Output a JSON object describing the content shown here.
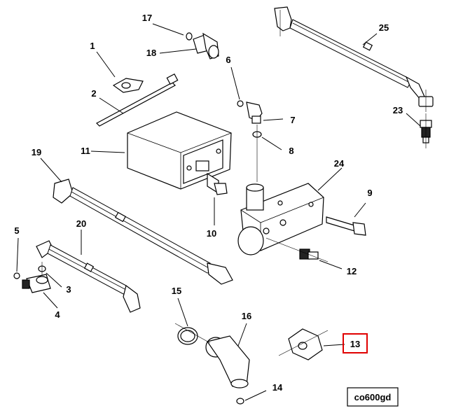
{
  "callouts": [
    {
      "id": "1",
      "label": "1"
    },
    {
      "id": "2",
      "label": "2"
    },
    {
      "id": "3",
      "label": "3"
    },
    {
      "id": "4",
      "label": "4"
    },
    {
      "id": "5",
      "label": "5"
    },
    {
      "id": "6",
      "label": "6"
    },
    {
      "id": "7",
      "label": "7"
    },
    {
      "id": "8",
      "label": "8"
    },
    {
      "id": "9",
      "label": "9"
    },
    {
      "id": "10",
      "label": "10"
    },
    {
      "id": "11",
      "label": "11"
    },
    {
      "id": "12",
      "label": "12"
    },
    {
      "id": "13",
      "label": "13"
    },
    {
      "id": "14",
      "label": "14"
    },
    {
      "id": "15",
      "label": "15"
    },
    {
      "id": "16",
      "label": "16"
    },
    {
      "id": "17",
      "label": "17"
    },
    {
      "id": "18",
      "label": "18"
    },
    {
      "id": "19",
      "label": "19"
    },
    {
      "id": "20",
      "label": "20"
    },
    {
      "id": "23",
      "label": "23"
    },
    {
      "id": "24",
      "label": "24"
    },
    {
      "id": "25",
      "label": "25"
    }
  ],
  "highlighted_callout": "13",
  "highlight_color": "#e00000",
  "drawing_code": "co600gd"
}
